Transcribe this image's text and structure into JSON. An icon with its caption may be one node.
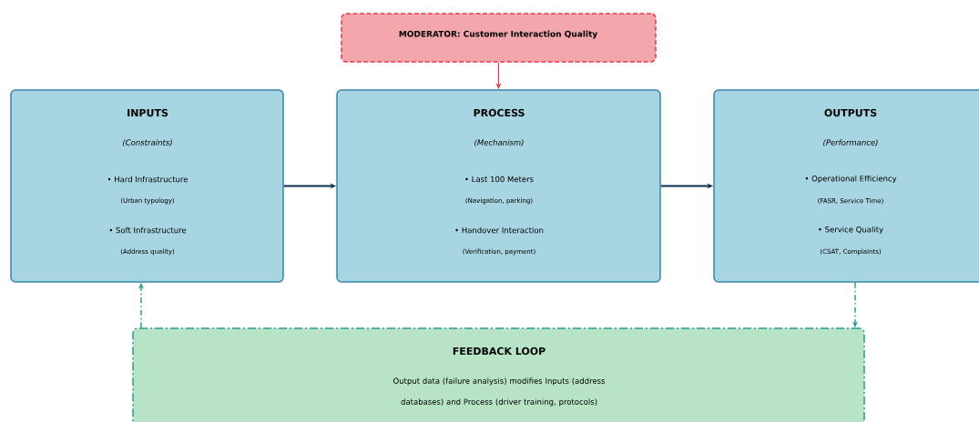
{
  "diagram": {
    "nodes": [
      {
        "text": [
          "MODERATOR: Customer Interaction Quality"
        ]
      },
      {
        "text": [
          "INPUTS",
          "(Constraints)",
          "• Hard Infrastructure",
          "(Urban typology)",
          "• Soft Infrastructure",
          "(Address quality)"
        ]
      },
      {
        "text": [
          "PROCESS",
          "(Mechanism)",
          "• Last 100 Meters",
          "(Navigation, parking)",
          "• Handover Interaction",
          "(Verification, payment)"
        ]
      },
      {
        "text": [
          "OUTPUTS",
          "(Performance)",
          "• Operational Efficiency",
          "(FASR, Service Time)",
          "• Service Quality",
          "(CSAT, Complaints)"
        ]
      },
      {
        "text": [
          "FEEDBACK LOOP",
          "Output data (failure analysis) modifies Inputs (address databases) and Process (driver training, protocols)"
        ]
      }
    ],
    "edges": [
      {
        "from": 0,
        "to": 2,
        "arrow": "to",
        "color": "#e63946"
      },
      {
        "from": 1,
        "to": 2,
        "arrow": "to"
      },
      {
        "from": 2,
        "to": 3,
        "arrow": "to"
      },
      {
        "from": 3,
        "to": 4,
        "arrow": "to",
        "style": "dashed",
        "color": "#2a9d8f"
      },
      {
        "from": 4,
        "to": 1,
        "arrow": "to",
        "style": "dashed",
        "color": "#2a9d8f"
      }
    ]
  }
}
